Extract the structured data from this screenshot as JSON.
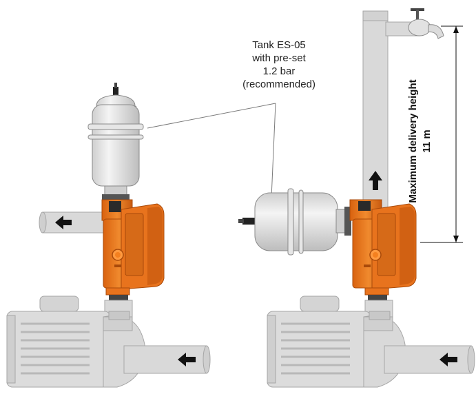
{
  "callout": {
    "line1": "Tank ES-05",
    "line2": "with pre-set",
    "line3": "1.2 bar",
    "line4": "(recommended)"
  },
  "dimension": {
    "label": "Maximum delivery height",
    "value": "11 m"
  },
  "colors": {
    "orange": "#e8731d",
    "orange_dark": "#b9520c",
    "pipe": "#d9d9d9",
    "pipe_edge": "#a6a6a6",
    "tank": "#e9e9e9",
    "pump": "#d6d6d6"
  },
  "icons": [
    "flow-arrow-icon",
    "water-tap-icon",
    "pressure-tank-icon",
    "pump-icon"
  ]
}
